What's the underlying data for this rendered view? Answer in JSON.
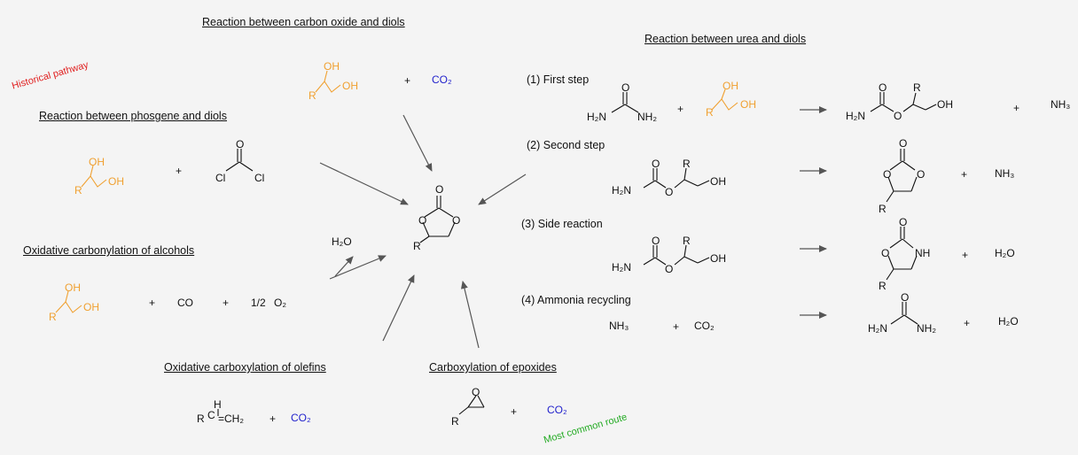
{
  "colors": {
    "background": "#f4f4f4",
    "diol_orange": "#f0a030",
    "co2_blue": "#2222cc",
    "historical_red": "#e02020",
    "common_green": "#22aa22",
    "ink": "#111111",
    "arrow": "#555555"
  },
  "headings": {
    "carbon_oxide_diols": "Reaction between carbon oxide and diols",
    "urea_diols": "Reaction between urea and diols",
    "phosgene_diols": "Reaction between phosgene and diols",
    "oxidative_carbonylation": "Oxidative carbonylation of alcohols",
    "oxidative_carboxylation": "Oxidative carboxylation of olefins",
    "carboxylation_epoxides": "Carboxylation of epoxides"
  },
  "annotations": {
    "historical": "Historical pathway",
    "most_common": "Most common route"
  },
  "steps": {
    "first": "(1) First step",
    "second": "(2) Second step",
    "side": "(3) Side reaction",
    "ammonia": "(4) Ammonia recycling"
  },
  "atoms": {
    "OH": "OH",
    "O": "O",
    "R": "R",
    "Cl": "Cl",
    "H": "H",
    "NH": "NH",
    "plus": "+",
    "CO": "CO",
    "half": "1/2"
  },
  "species": {
    "co2": "CO₂",
    "o2": "O₂",
    "h2o": "H₂O",
    "nh3": "NH₃",
    "h2n": "H₂N",
    "nh2": "NH₂",
    "eq_ch2": "=CH₂",
    "c_part": "C"
  }
}
